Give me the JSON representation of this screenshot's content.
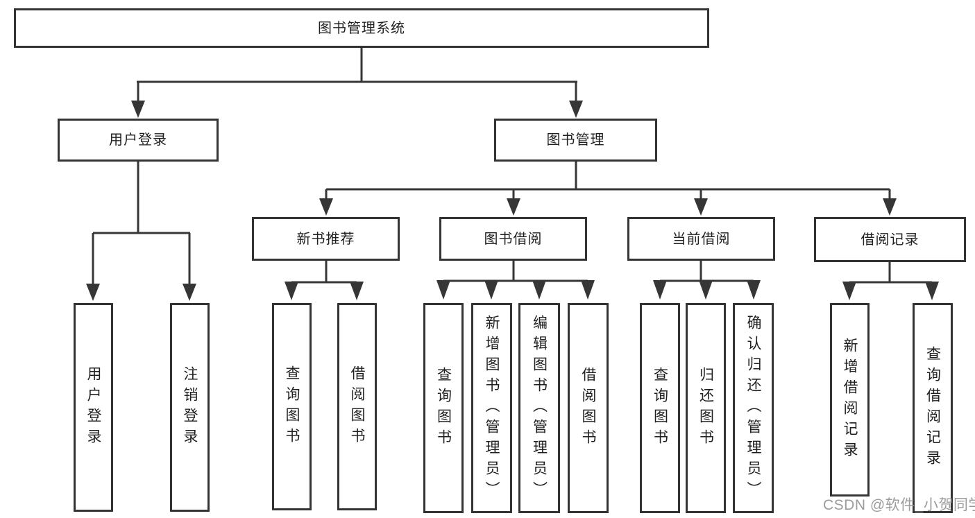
{
  "tree": {
    "label": "图书管理系统",
    "children": [
      {
        "label": "用户登录",
        "children": [
          {
            "label": "用户登录"
          },
          {
            "label": "注销登录"
          }
        ]
      },
      {
        "label": "图书管理",
        "children": [
          {
            "label": "新书推荐",
            "children": [
              {
                "label": "查询图书"
              },
              {
                "label": "借阅图书"
              }
            ]
          },
          {
            "label": "图书借阅",
            "children": [
              {
                "label": "查询图书"
              },
              {
                "label": "新增图书（管理员）"
              },
              {
                "label": "编辑图书（管理员）"
              },
              {
                "label": "借阅图书"
              }
            ]
          },
          {
            "label": "当前借阅",
            "children": [
              {
                "label": "查询图书"
              },
              {
                "label": "归还图书"
              },
              {
                "label": "确认归还（管理员）"
              }
            ]
          },
          {
            "label": "借阅记录",
            "children": [
              {
                "label": "新增借阅记录"
              },
              {
                "label": "查询借阅记录"
              }
            ]
          }
        ]
      }
    ]
  },
  "watermark": {
    "text": "CSDN @软件_小贺同学"
  },
  "colors": {
    "background": "#ffffff",
    "box_border": "#333333",
    "connector_line": "#363636",
    "text": "#1f1f1f",
    "watermark": "#949494"
  }
}
